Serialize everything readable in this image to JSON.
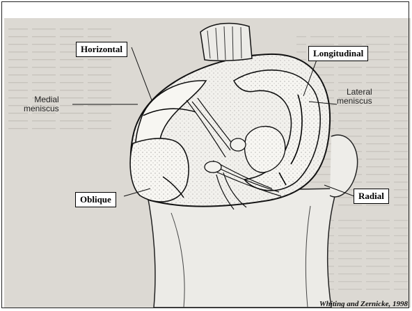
{
  "labels": {
    "horizontal": "Horizontal",
    "longitudinal": "Longitudinal",
    "oblique": "Oblique",
    "radial": "Radial",
    "medial_line1": "Medial",
    "medial_line2": "meniscus",
    "lateral_line1": "Lateral",
    "lateral_line2": "meniscus"
  },
  "credit": "Whiting and Zernicke, 1998",
  "colors": {
    "background": "#ffffff",
    "page": "#d9d6d0",
    "ink": "#111111",
    "box_border": "#000000"
  }
}
